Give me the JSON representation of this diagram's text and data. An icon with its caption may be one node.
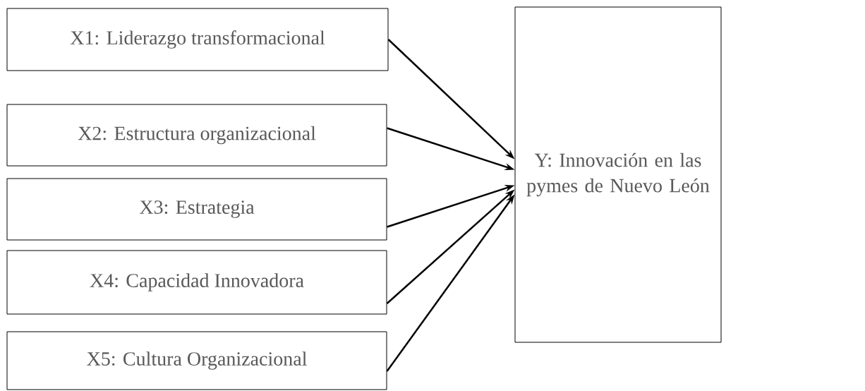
{
  "diagram": {
    "nodes": [
      {
        "text": [
          "X1: Liderazgo transformacional"
        ]
      },
      {
        "text": [
          "X2: Estructura organizacional"
        ]
      },
      {
        "text": [
          "X3: Estrategia"
        ]
      },
      {
        "text": [
          "X4: Capacidad Innovadora"
        ]
      },
      {
        "text": [
          "X5: Cultura Organizacional"
        ]
      },
      {
        "text": [
          "Y: Innovación en las pymes de Nuevo León"
        ]
      }
    ],
    "edges": [
      {
        "from": 0,
        "to": 5,
        "arrow": "to"
      },
      {
        "from": 1,
        "to": 5,
        "arrow": "to"
      },
      {
        "from": 2,
        "to": 5,
        "arrow": "to"
      },
      {
        "from": 3,
        "to": 5,
        "arrow": "to"
      },
      {
        "from": 4,
        "to": 5,
        "arrow": "to"
      }
    ]
  }
}
